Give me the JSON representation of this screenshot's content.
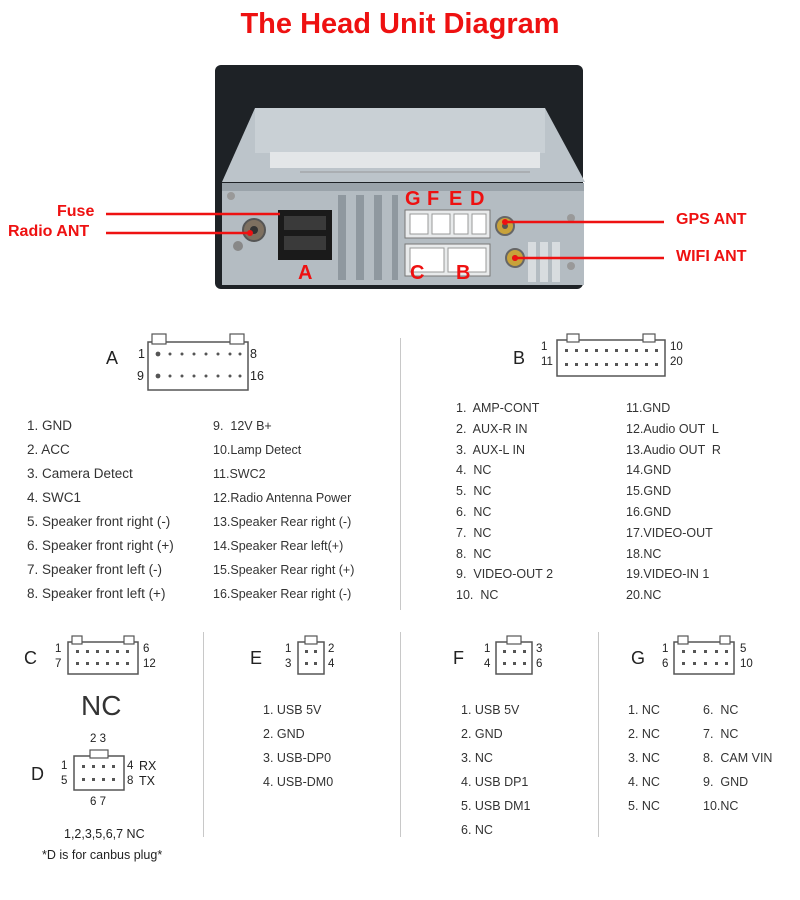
{
  "title": "The Head Unit Diagram",
  "callouts": {
    "fuse": "Fuse",
    "radio_ant": "Radio ANT",
    "gps_ant": "GPS ANT",
    "wifi_ant": "WIFI ANT",
    "top_letters": [
      "G",
      "F",
      "E",
      "D"
    ],
    "letter_a": "A",
    "letter_c": "C",
    "letter_b": "B"
  },
  "colors": {
    "accent": "#ee1111",
    "text": "#222222",
    "divider": "#c8c8c8"
  },
  "connector_a": {
    "letter": "A",
    "pin_tl": "1",
    "pin_tr": "8",
    "pin_bl": "9",
    "pin_br": "16",
    "left_list": [
      "1. GND",
      "2. ACC",
      "3. Camera Detect",
      "4. SWC1",
      "5. Speaker front right (-)",
      "6. Speaker front right (+)",
      "7. Speaker front left (-)",
      "8. Speaker front left (+)"
    ],
    "right_list": [
      "9.  12V B+",
      "10.Lamp Detect",
      "11.SWC2",
      "12.Radio Antenna Power",
      "13.Speaker Rear right (-)",
      "14.Speaker Rear left(+)",
      "15.Speaker Rear right (+)",
      "16.Speaker Rear right (-)"
    ]
  },
  "connector_b": {
    "letter": "B",
    "pin_tl": "1",
    "pin_tr": "10",
    "pin_bl": "11",
    "pin_br": "20",
    "left_list": [
      "1.  AMP-CONT",
      "2.  AUX-R IN",
      "3.  AUX-L IN",
      "4.  NC",
      "5.  NC",
      "6.  NC",
      "7.  NC",
      "8.  NC",
      "9.  VIDEO-OUT 2",
      "10.  NC"
    ],
    "right_list": [
      "11.GND",
      "12.Audio OUT  L",
      "13.Audio OUT  R",
      "14.GND",
      "15.GND",
      "16.GND",
      "17.VIDEO-OUT",
      "18.NC",
      "19.VIDEO-IN 1",
      "20.NC"
    ]
  },
  "connector_c": {
    "letter": "C",
    "pin_tl": "1",
    "pin_tr": "6",
    "pin_bl": "7",
    "pin_br": "12",
    "note": "NC"
  },
  "connector_d": {
    "letter": "D",
    "pin_top": "2 3",
    "pin_l1": "1",
    "pin_l2": "5",
    "pin_r1": "4",
    "pin_r2": "8",
    "rx": "RX",
    "tx": "TX",
    "pin_bottom": "6 7",
    "nc_note": "1,2,3,5,6,7  NC",
    "footnote": "*D is for canbus plug*"
  },
  "connector_e": {
    "letter": "E",
    "pin_tl": "1",
    "pin_tr": "2",
    "pin_bl": "3",
    "pin_br": "4",
    "list": [
      "1. USB 5V",
      "2. GND",
      "3. USB-DP0",
      "4. USB-DM0"
    ]
  },
  "connector_f": {
    "letter": "F",
    "pin_tl": "1",
    "pin_tr": "3",
    "pin_bl": "4",
    "pin_br": "6",
    "list": [
      "1. USB 5V",
      "2. GND",
      "3. NC",
      "4. USB DP1",
      "5. USB DM1",
      "6. NC"
    ]
  },
  "connector_g": {
    "letter": "G",
    "pin_tl": "1",
    "pin_tr": "5",
    "pin_bl": "6",
    "pin_br": "10",
    "left_list": [
      "1. NC",
      "2. NC",
      "3. NC",
      "4. NC",
      "5. NC"
    ],
    "right_list": [
      "6.  NC",
      "7.  NC",
      "8.  CAM VIN",
      "9.  GND",
      "10.NC"
    ]
  }
}
